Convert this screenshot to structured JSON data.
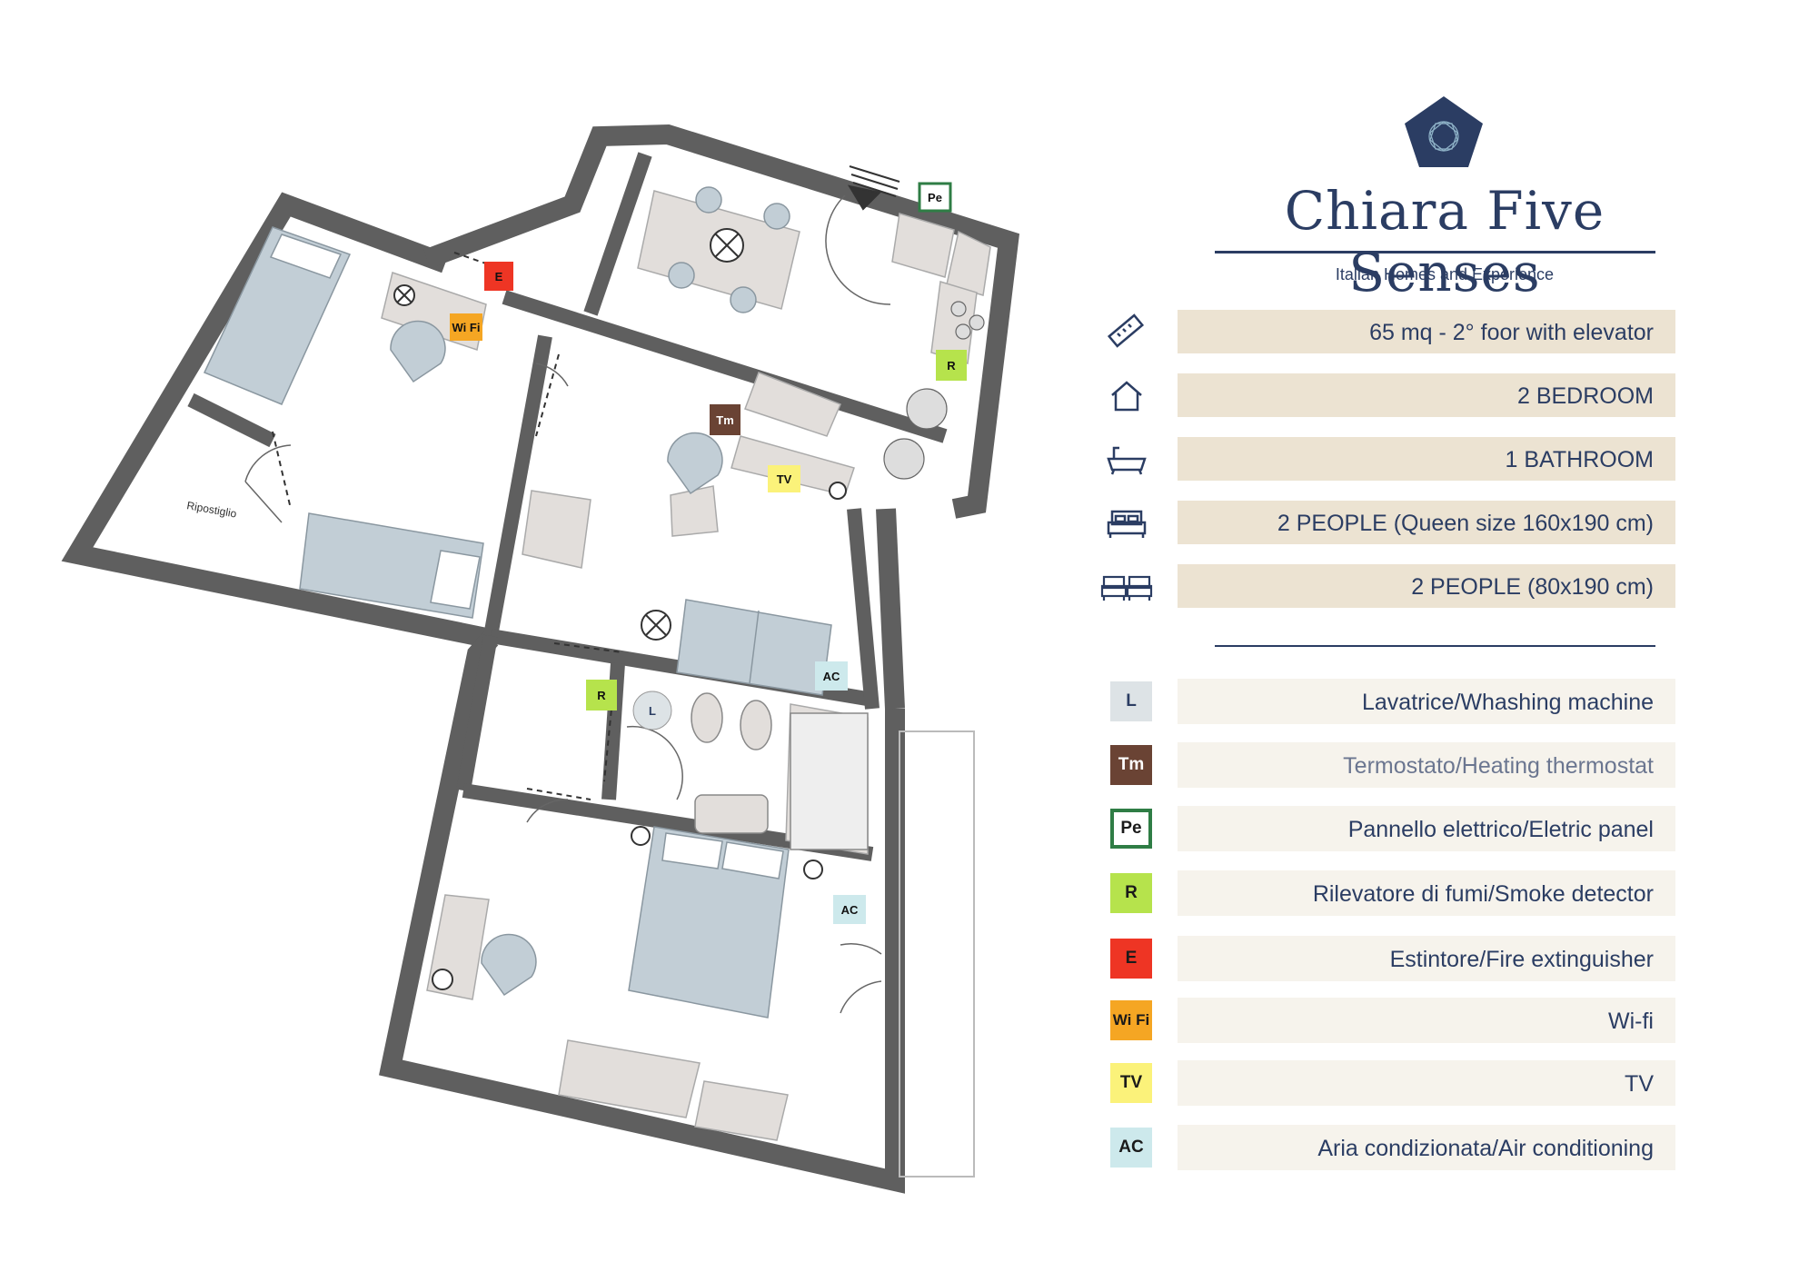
{
  "brand": {
    "title": "Chiara Five Senses",
    "subtitle": "Italian Homes and Experience"
  },
  "features": [
    {
      "icon": "ruler-icon",
      "text": "65 mq - 2° foor with elevator"
    },
    {
      "icon": "house-icon",
      "text": "2 BEDROOM"
    },
    {
      "icon": "bathtub-icon",
      "text": "1 BATHROOM"
    },
    {
      "icon": "double-bed-icon",
      "text": "2 PEOPLE (Queen size 160x190 cm)"
    },
    {
      "icon": "twin-beds-icon",
      "text": "2 PEOPLE (80x190 cm)"
    }
  ],
  "legend": [
    {
      "code": "L",
      "label": "Lavatrice/Whashing machine",
      "color": "#dde3e6",
      "text_color": "#2b3d63"
    },
    {
      "code": "Tm",
      "label": "Termostato/Heating thermostat",
      "color": "#6a4334",
      "text_color": "#ffffff"
    },
    {
      "code": "Pe",
      "label": "Pannello elettrico/Eletric panel",
      "color": "#ffffff",
      "border": "#2f7d45",
      "text_color": "#1a1a1a"
    },
    {
      "code": "R",
      "label": "Rilevatore di fumi/Smoke detector",
      "color": "#b6e34c",
      "text_color": "#1a1a1a"
    },
    {
      "code": "E",
      "label": "Estintore/Fire extinguisher",
      "color": "#ee3524",
      "text_color": "#1a1a1a"
    },
    {
      "code": "Wi Fi",
      "label": "Wi-fi",
      "color": "#f5a623",
      "text_color": "#1a1a1a"
    },
    {
      "code": "TV",
      "label": "TV",
      "color": "#fbf27a",
      "text_color": "#1a1a1a"
    },
    {
      "code": "AC",
      "label": "Aria condizionata/Air conditioning",
      "color": "#cde9ec",
      "text_color": "#1a1a1a"
    }
  ],
  "plan": {
    "room_label": "Ripostiglio"
  },
  "colors": {
    "wall": "#5f5f5f",
    "furniture": "#e2dedb",
    "bed": "#c2ced6",
    "brand": "#2b3d63"
  }
}
